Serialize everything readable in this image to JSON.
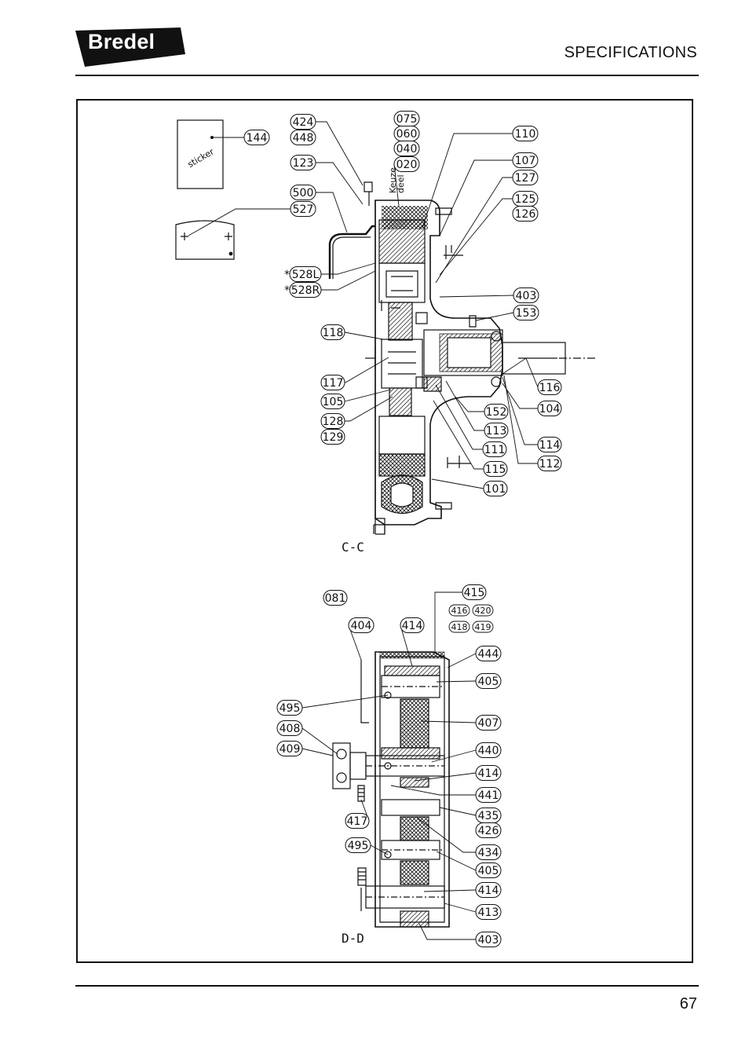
{
  "header": {
    "brand": "Bredel",
    "section_title": "SPECIFICATIONS"
  },
  "footer": {
    "page_number": "67"
  },
  "drawing": {
    "sticker_text": "sticker",
    "keuze_label": [
      "Keuze",
      "deel"
    ],
    "section_cc_label": "C-C",
    "section_dd_label": "D-D",
    "callouts_cc": [
      "075",
      "060",
      "040",
      "020",
      "424",
      "448",
      "144",
      "110",
      "107",
      "127",
      "125",
      "126",
      "123",
      "500",
      "527",
      "528L",
      "528R",
      "403",
      "153",
      "118",
      "116",
      "104",
      "117",
      "105",
      "128",
      "129",
      "152",
      "113",
      "111",
      "115",
      "114",
      "112",
      "101"
    ],
    "callouts_dd": [
      "081",
      "415",
      "416",
      "420",
      "418",
      "419",
      "404",
      "414",
      "444",
      "405",
      "495",
      "407",
      "408",
      "409",
      "440",
      "414",
      "441",
      "417",
      "435",
      "426",
      "495",
      "434",
      "405",
      "414",
      "413",
      "403"
    ],
    "asterisk": "*"
  }
}
